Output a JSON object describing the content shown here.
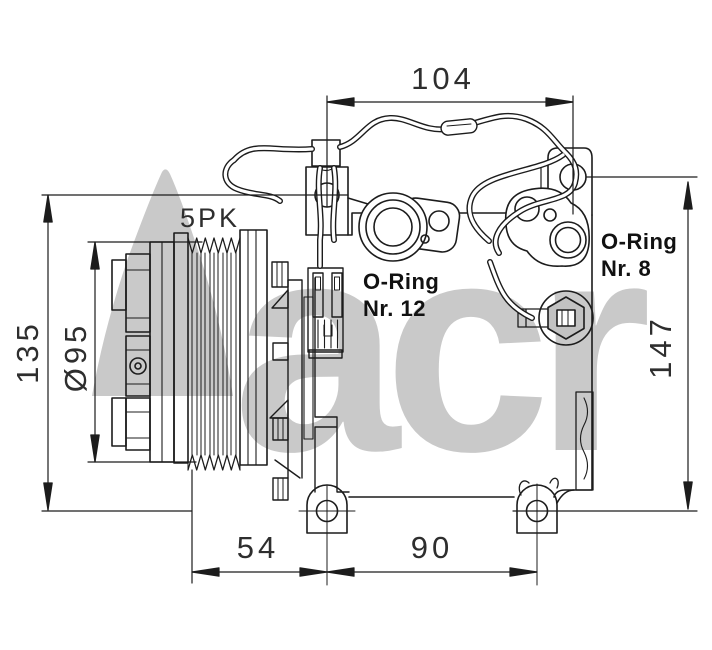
{
  "watermark": {
    "text": "acr",
    "color": "#c9c9c9"
  },
  "colors": {
    "background": "#ffffff",
    "line": "#1c1c1c",
    "dimension_text": "#2e2e2e",
    "label_text": "#111111",
    "hex_nut_shade": "#c2c2c2"
  },
  "labels": {
    "belt": "5PK",
    "oring12_line1": "O-Ring",
    "oring12_line2": "Nr. 12",
    "oring8_line1": "O-Ring",
    "oring8_line2": "Nr. 8"
  },
  "dimensions": {
    "top_width": "104",
    "overall_height": "135",
    "pulley_diameter": "Ø95",
    "overall_length": "147",
    "foot_front_offset": "54",
    "foot_spacing": "90"
  }
}
